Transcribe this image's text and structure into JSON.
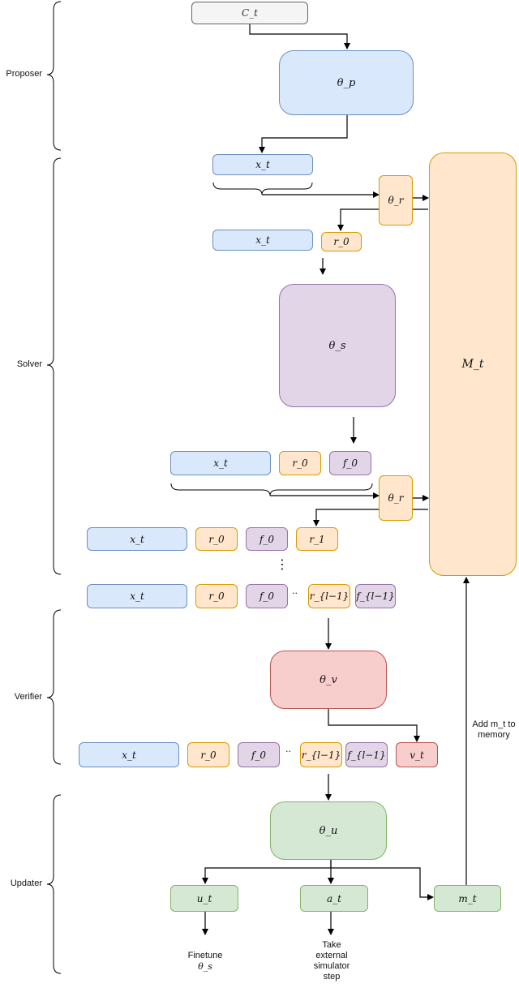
{
  "stages": {
    "proposer": "Proposer",
    "solver": "Solver",
    "verifier": "Verifier",
    "updater": "Updater"
  },
  "nodes": {
    "c_t": "C_t",
    "theta_p": "θ_p",
    "x_t": "x_t",
    "theta_r": "θ_r",
    "r_0": "r_0",
    "theta_s": "θ_s",
    "f_0": "f_0",
    "r_1": "r_1",
    "r_l_minus_1": "r_{l−1}",
    "f_l_minus_1": "f_{l−1}",
    "theta_v": "θ_v",
    "v_t": "v_t",
    "theta_u": "θ_u",
    "u_t": "u_t",
    "a_t": "a_t",
    "m_t": "m_t",
    "memory": "M_t"
  },
  "notes": {
    "add_memory_line1": "Add m_t to",
    "add_memory_line2": "memory",
    "finetune_line1": "Finetune",
    "finetune_line2": "θ_s",
    "sim_line1": "Take",
    "sim_line2": "external",
    "sim_line3": "simulator",
    "sim_line4": "step"
  },
  "ellipsis": {
    "vertical": "⋮",
    "horizontal": "··"
  },
  "colors": {
    "proposer": "#dae8fc",
    "input": "#dae8fc",
    "retriever_memory": "#ffe6cc",
    "solver": "#e1d5e7",
    "verifier": "#f8cecc",
    "updater": "#d5e8d4",
    "context": "#f5f5f5"
  }
}
